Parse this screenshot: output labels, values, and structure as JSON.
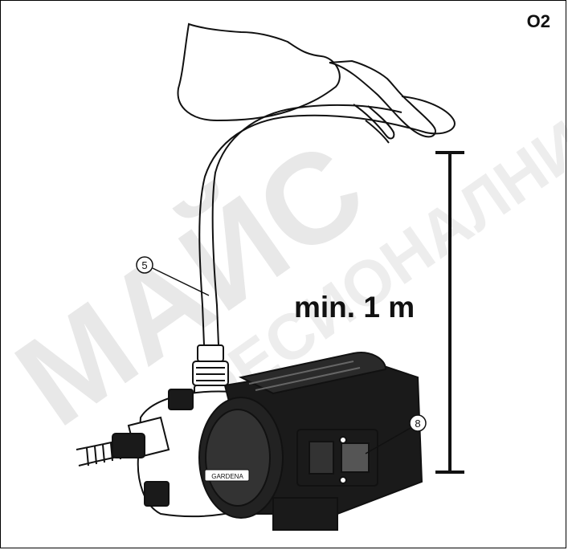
{
  "figure": {
    "id": "O2",
    "measurement": "min. 1 m",
    "callouts": [
      {
        "number": "5",
        "target": "hose"
      },
      {
        "number": "8",
        "target": "on-off-switch"
      }
    ],
    "brand_mark": "GARDENA",
    "watermark": "МАЙСТОР ПРОФЕСИОНАЛНИ РЕШЕНИЯ"
  }
}
